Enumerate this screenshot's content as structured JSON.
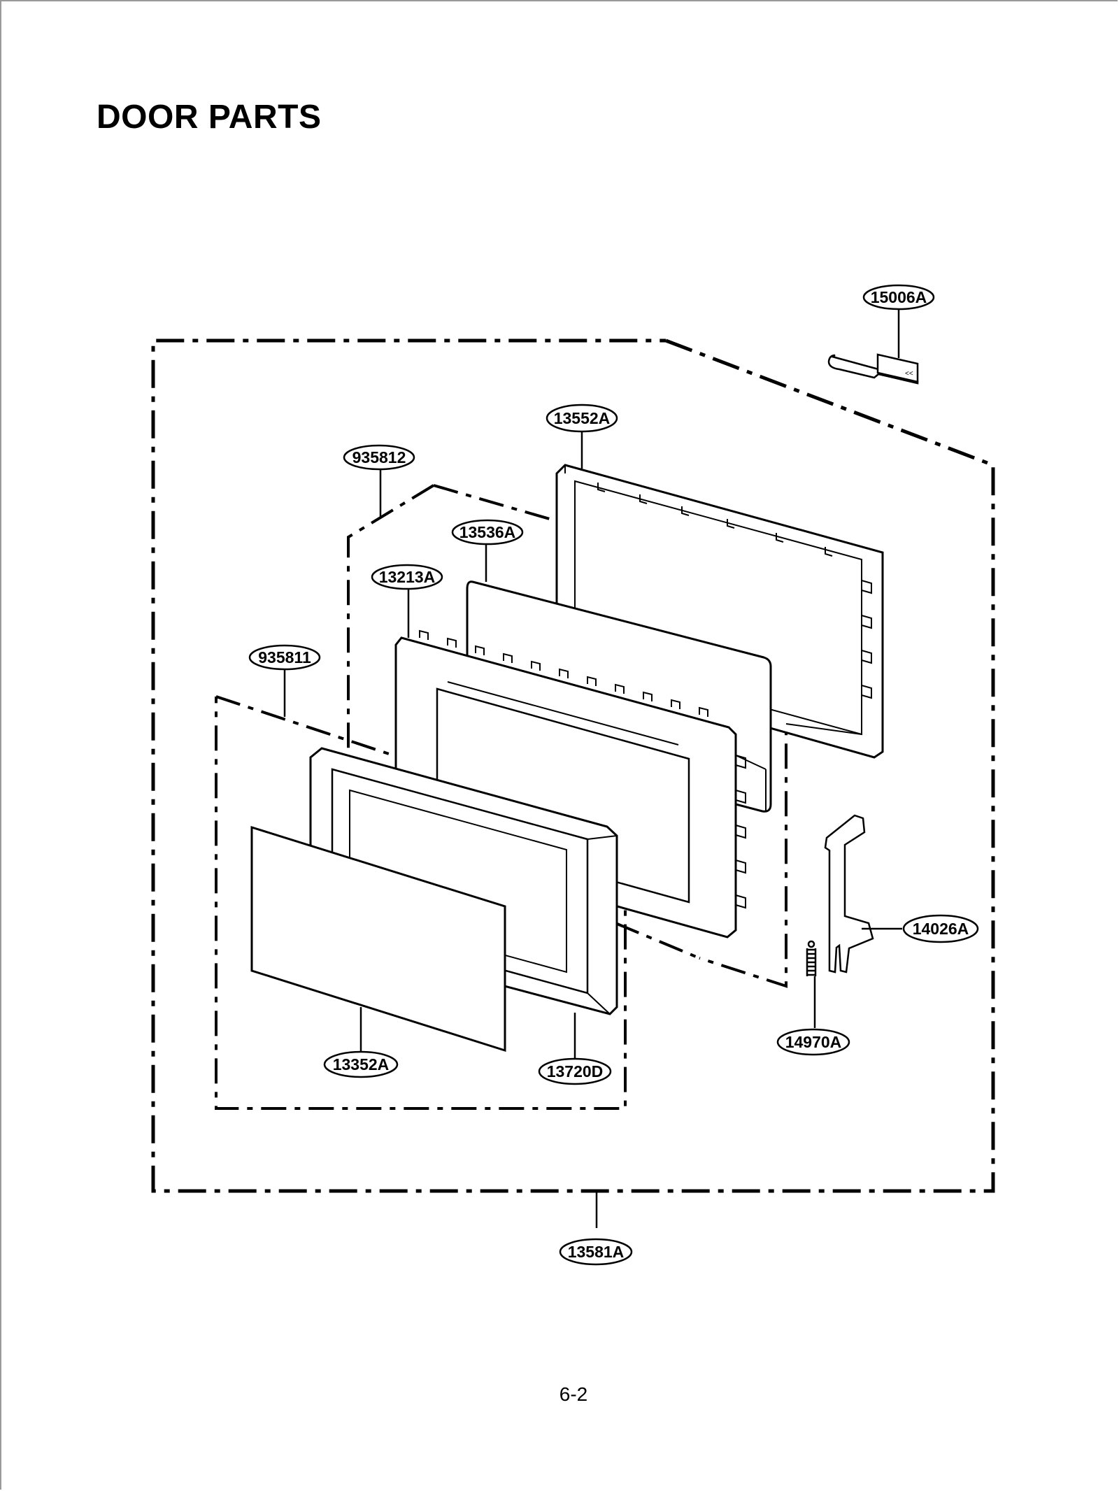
{
  "title": "DOOR PARTS",
  "page_number": "6-2",
  "callouts": {
    "p15006A": "15006A",
    "p13552A": "13552A",
    "p935812": "935812",
    "p13536A": "13536A",
    "p13213A": "13213A",
    "p935811": "935811",
    "p14026A": "14026A",
    "p14970A": "14970A",
    "p13352A": "13352A",
    "p13720D": "13720D",
    "p13581A": "13581A"
  }
}
